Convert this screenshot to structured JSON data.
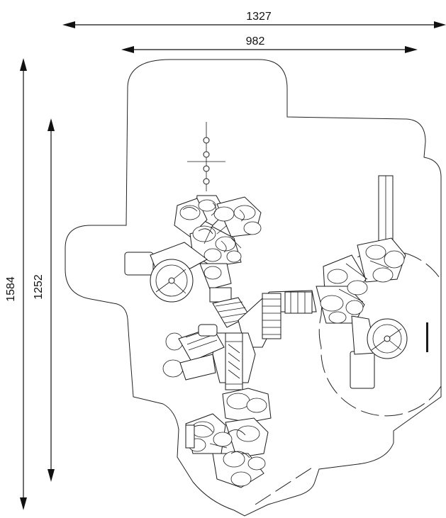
{
  "drawing": {
    "dimensions": {
      "overall_width": "1327",
      "equipment_width": "982",
      "overall_height": "1584",
      "equipment_height": "1252"
    }
  }
}
